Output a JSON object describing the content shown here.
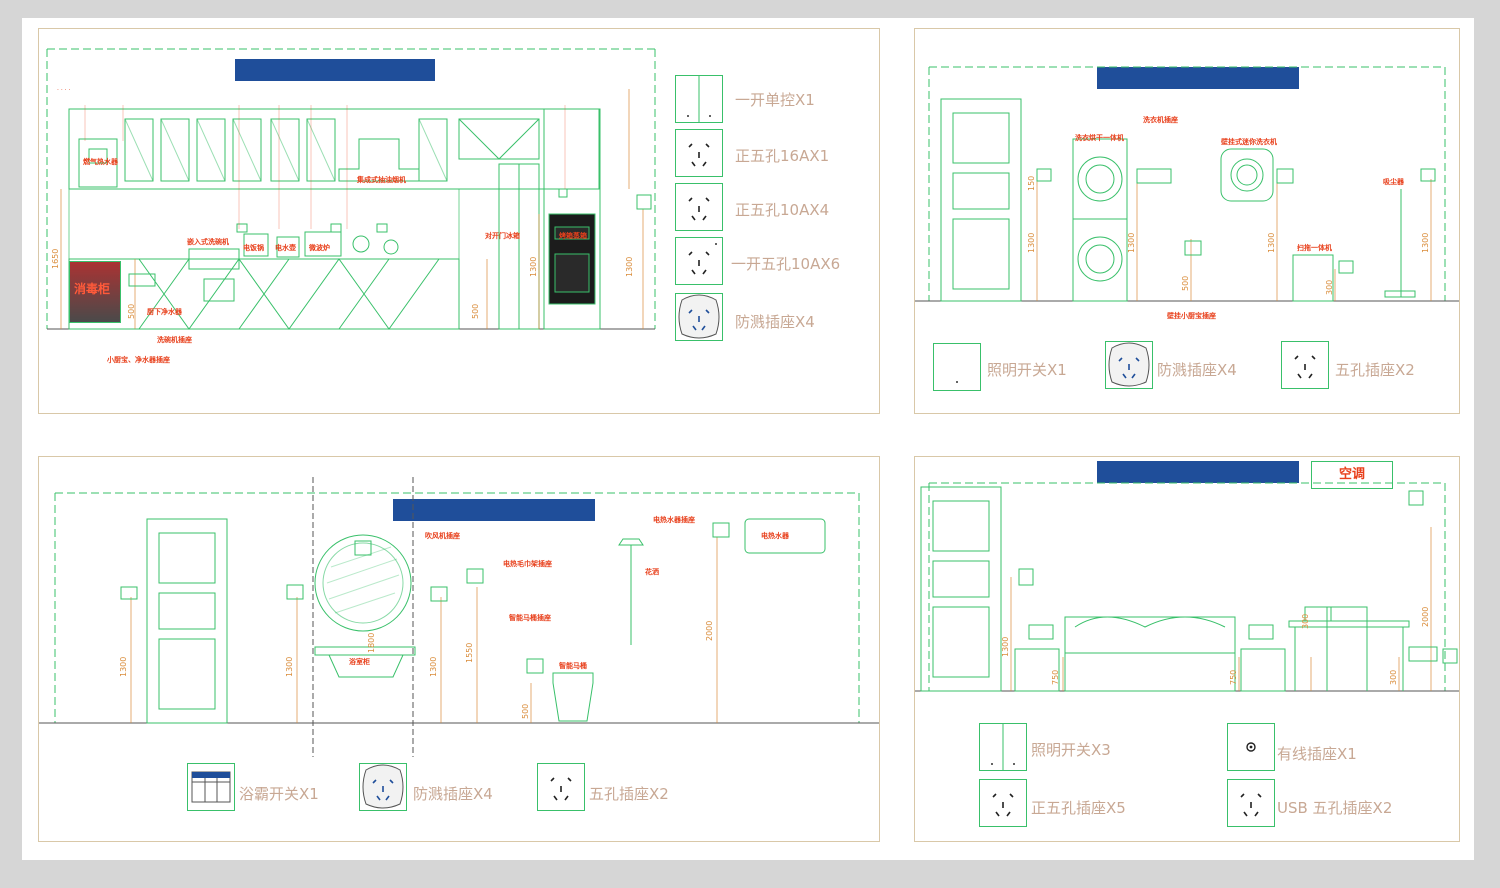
{
  "panels": {
    "kitchen": {
      "legend": [
        {
          "icon": "double-switch-icon",
          "label": "一开单控X1"
        },
        {
          "icon": "socket-five-hole-icon",
          "label": "正五孔16AX1"
        },
        {
          "icon": "socket-five-hole-icon",
          "label": "正五孔10AX4"
        },
        {
          "icon": "socket-five-hole-icon",
          "label": "一开五孔10AX6"
        },
        {
          "icon": "splash-proof-socket-icon",
          "label": "防溅插座X4"
        }
      ],
      "labels": {
        "disinfect": "消毒柜",
        "gas_heater": "燃气热水器",
        "hood": "集成式抽油烟机",
        "fridge": "对开门冰箱",
        "oven": "烤箱蒸箱",
        "embedded": "嵌入式洗碗机",
        "rice": "电饭锅",
        "kettle": "电水壶",
        "micro": "微波炉",
        "purifier": "厨下净水器",
        "dishwasher": "洗碗机插座",
        "small_appliance": "小厨宝、净水器插座"
      },
      "dims": [
        "1650",
        "1300",
        "1300",
        "500",
        "500"
      ]
    },
    "laundry": {
      "legend": [
        {
          "icon": "single-switch-icon",
          "label": "照明开关X1"
        },
        {
          "icon": "splash-proof-socket-icon",
          "label": "防溅插座X4"
        },
        {
          "icon": "socket-five-hole-icon",
          "label": "五孔插座X2"
        }
      ],
      "labels": {
        "washer_dryer": "洗衣烘干一体机",
        "washer_socket": "洗衣机插座",
        "wall_washer": "壁挂式迷你洗衣机",
        "vacuum": "吸尘器",
        "mop": "扫拖一体机",
        "small_kitchen": "壁挂小厨宝插座"
      },
      "dims": [
        "150",
        "1300",
        "1300",
        "500",
        "1300",
        "300",
        "1300"
      ]
    },
    "bathroom": {
      "legend": [
        {
          "icon": "bath-heater-switch-icon",
          "label": "浴霸开关X1"
        },
        {
          "icon": "splash-proof-socket-icon",
          "label": "防溅插座X4"
        },
        {
          "icon": "socket-five-hole-icon",
          "label": "五孔插座X2"
        }
      ],
      "labels": {
        "hair_dryer": "吹风机插座",
        "towel": "电热毛巾架插座",
        "heater_socket": "电热水器插座",
        "water_heater": "电热水器",
        "shower": "花洒",
        "toilet_socket": "智能马桶插座",
        "toilet": "智能马桶",
        "basin": "浴室柜"
      },
      "dims": [
        "1300",
        "1300",
        "1300",
        "1550",
        "500",
        "2000",
        "1800"
      ]
    },
    "living": {
      "legend": [
        {
          "icon": "double-switch-icon",
          "label": "照明开关X3"
        },
        {
          "icon": "cable-tv-socket-icon",
          "label": "有线插座X1"
        },
        {
          "icon": "socket-five-hole-icon",
          "label": "正五孔插座X5"
        },
        {
          "icon": "socket-usb-icon",
          "label": "USB 五孔插座X2"
        }
      ],
      "labels": {
        "ac": "空调"
      },
      "dims": [
        "1300",
        "750",
        "750",
        "300",
        "2000",
        "300"
      ]
    }
  },
  "colors": {
    "line": "#39c06a",
    "label": "#e8401c",
    "title_bar": "#1f4e9a",
    "legend_text": "#c8a894",
    "dim": "#d98c3a"
  }
}
